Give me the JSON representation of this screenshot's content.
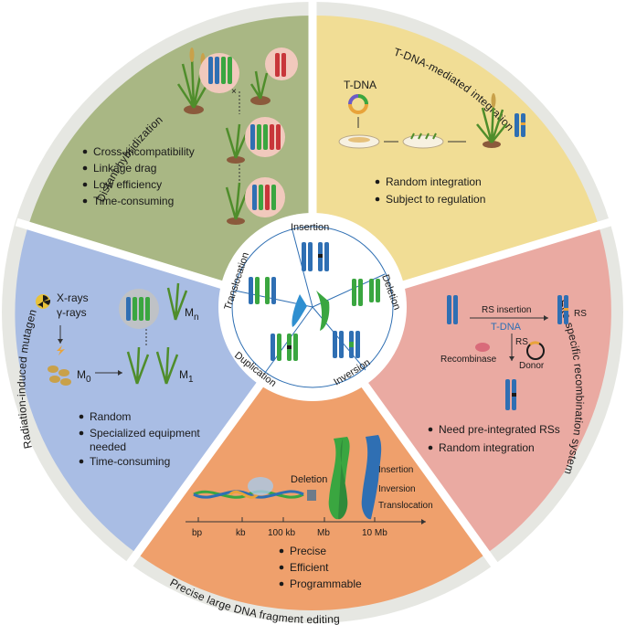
{
  "colors": {
    "outer_ring": "#e6e7e2",
    "distant": "#a9b784",
    "tdna": "#f1dd95",
    "site_specific": "#eaaaa2",
    "precise": "#efa06c",
    "radiation": "#a9bde4",
    "chrom_blue": "#2f6fb3",
    "chrom_green": "#3aa640",
    "chrom_red": "#c8363a"
  },
  "sectors": {
    "distant": {
      "title": "Distant hybridization",
      "bullets": [
        "Cross-incompatibility",
        "Linkage drag",
        "Low efficiency",
        "Time-consuming"
      ],
      "cross_symbol": "×"
    },
    "tdna": {
      "title": "T-DNA-mediated integration",
      "label": "T-DNA",
      "bullets": [
        "Random integration",
        "Subject to regulation"
      ]
    },
    "site": {
      "title": "Site-specific recombination system",
      "rs_insertion": "RS insertion",
      "tdna": "T-DNA",
      "rs": "RS",
      "rs2": "RS",
      "recombinase": "Recombinase",
      "donor": "Donor",
      "bullets": [
        "Need pre-integrated RSs",
        "Random integration"
      ]
    },
    "precise": {
      "title": "Precise large DNA fragment editing",
      "deletion": "Deletion",
      "insertion": "Insertion",
      "inversion": "Inversion",
      "translocation": "Translocation",
      "scale": [
        "bp",
        "kb",
        "100 kb",
        "Mb",
        "10 Mb"
      ],
      "bullets": [
        "Precise",
        "Efficient",
        "Programmable"
      ]
    },
    "radiation": {
      "title": "Radiation-induced mutagenesis",
      "xrays": "X-rays",
      "grays": "γ-rays",
      "m0": "M",
      "m0_sub": "0",
      "m1": "M",
      "m1_sub": "1",
      "mn": "M",
      "mn_sub": "n",
      "bullets": [
        "Random",
        "Specialized equipment",
        "needed",
        "Time-consuming"
      ]
    }
  },
  "center": {
    "insertion": "Insertion",
    "deletion": "Deletion",
    "inversion": "Inversion",
    "duplication": "Duplication",
    "translocation": "Translocation"
  }
}
